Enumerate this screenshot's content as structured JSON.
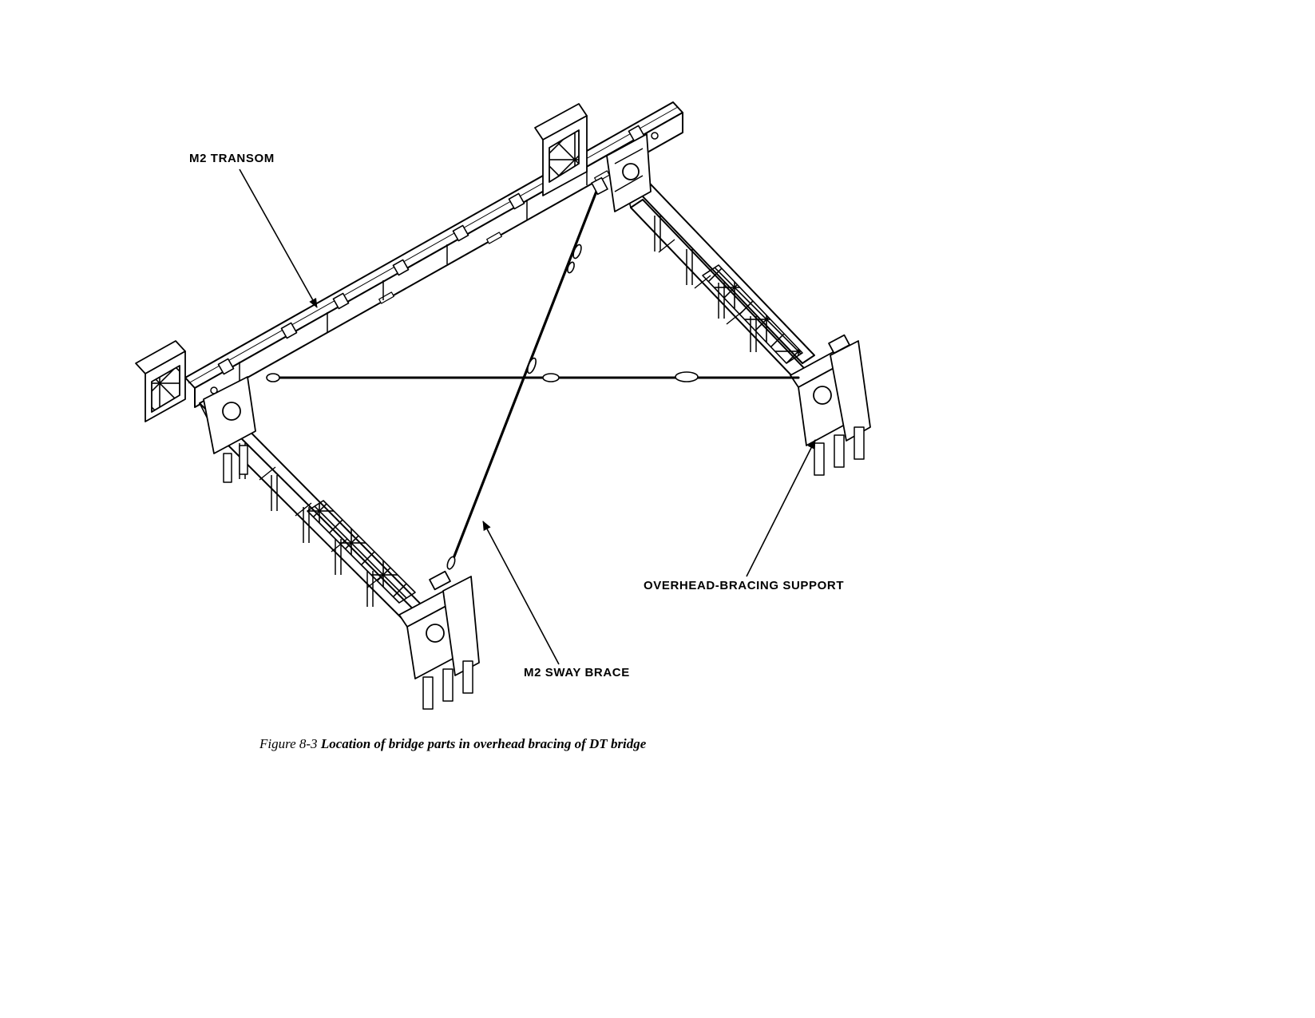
{
  "labels": {
    "transom": "M2 TRANSOM",
    "overhead_support": "OVERHEAD-BRACING SUPPORT",
    "sway_brace": "M2 SWAY BRACE"
  },
  "caption": {
    "number": "Figure 8-3",
    "text": "Location of bridge parts in overhead bracing of DT bridge"
  },
  "colors": {
    "ink": "#000000",
    "paper": "#ffffff"
  }
}
